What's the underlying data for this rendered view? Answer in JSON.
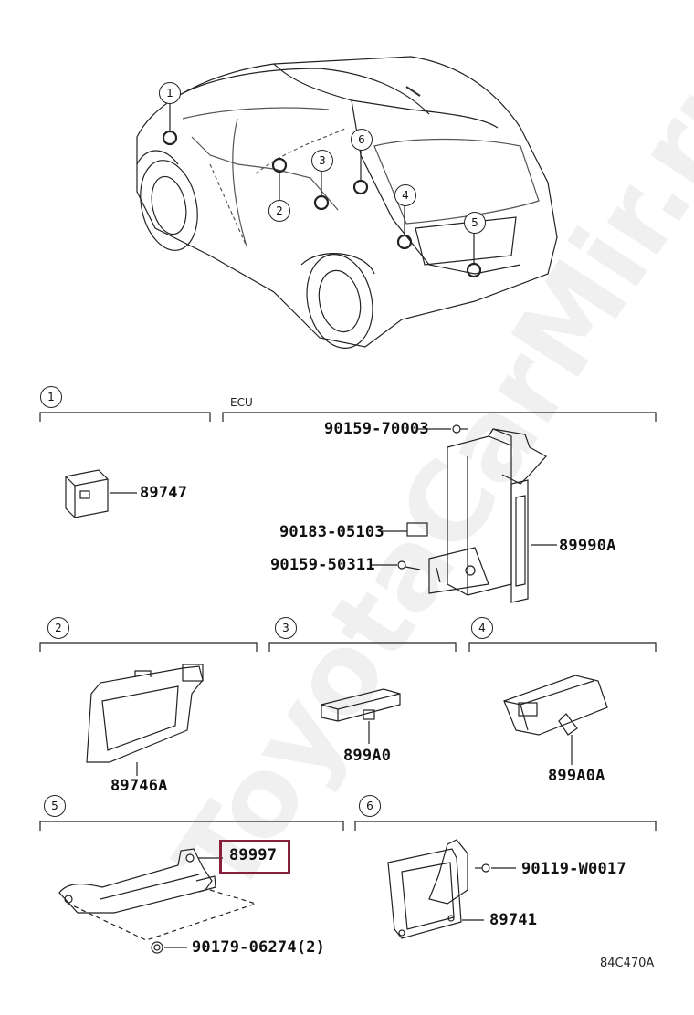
{
  "watermark": "ToyotaCarMir.ru",
  "car_callouts": [
    "1",
    "2",
    "3",
    "4",
    "5",
    "6"
  ],
  "sections": {
    "s1": {
      "num": "1",
      "parts": [
        "89747"
      ]
    },
    "ecu": {
      "title": "ECU",
      "parts": [
        "90159-70003",
        "90183-05103",
        "90159-50311",
        "89990A"
      ]
    },
    "s2": {
      "num": "2",
      "parts": [
        "89746A"
      ]
    },
    "s3": {
      "num": "3",
      "parts": [
        "899A0"
      ]
    },
    "s4": {
      "num": "4",
      "parts": [
        "899A0A"
      ]
    },
    "s5": {
      "num": "5",
      "parts": [
        "89997",
        "90179-06274(2)"
      ]
    },
    "s6": {
      "num": "6",
      "parts": [
        "90119-W0017",
        "89741"
      ]
    }
  },
  "highlight_color": "#8a1f3b",
  "figure_code": "84C470A"
}
